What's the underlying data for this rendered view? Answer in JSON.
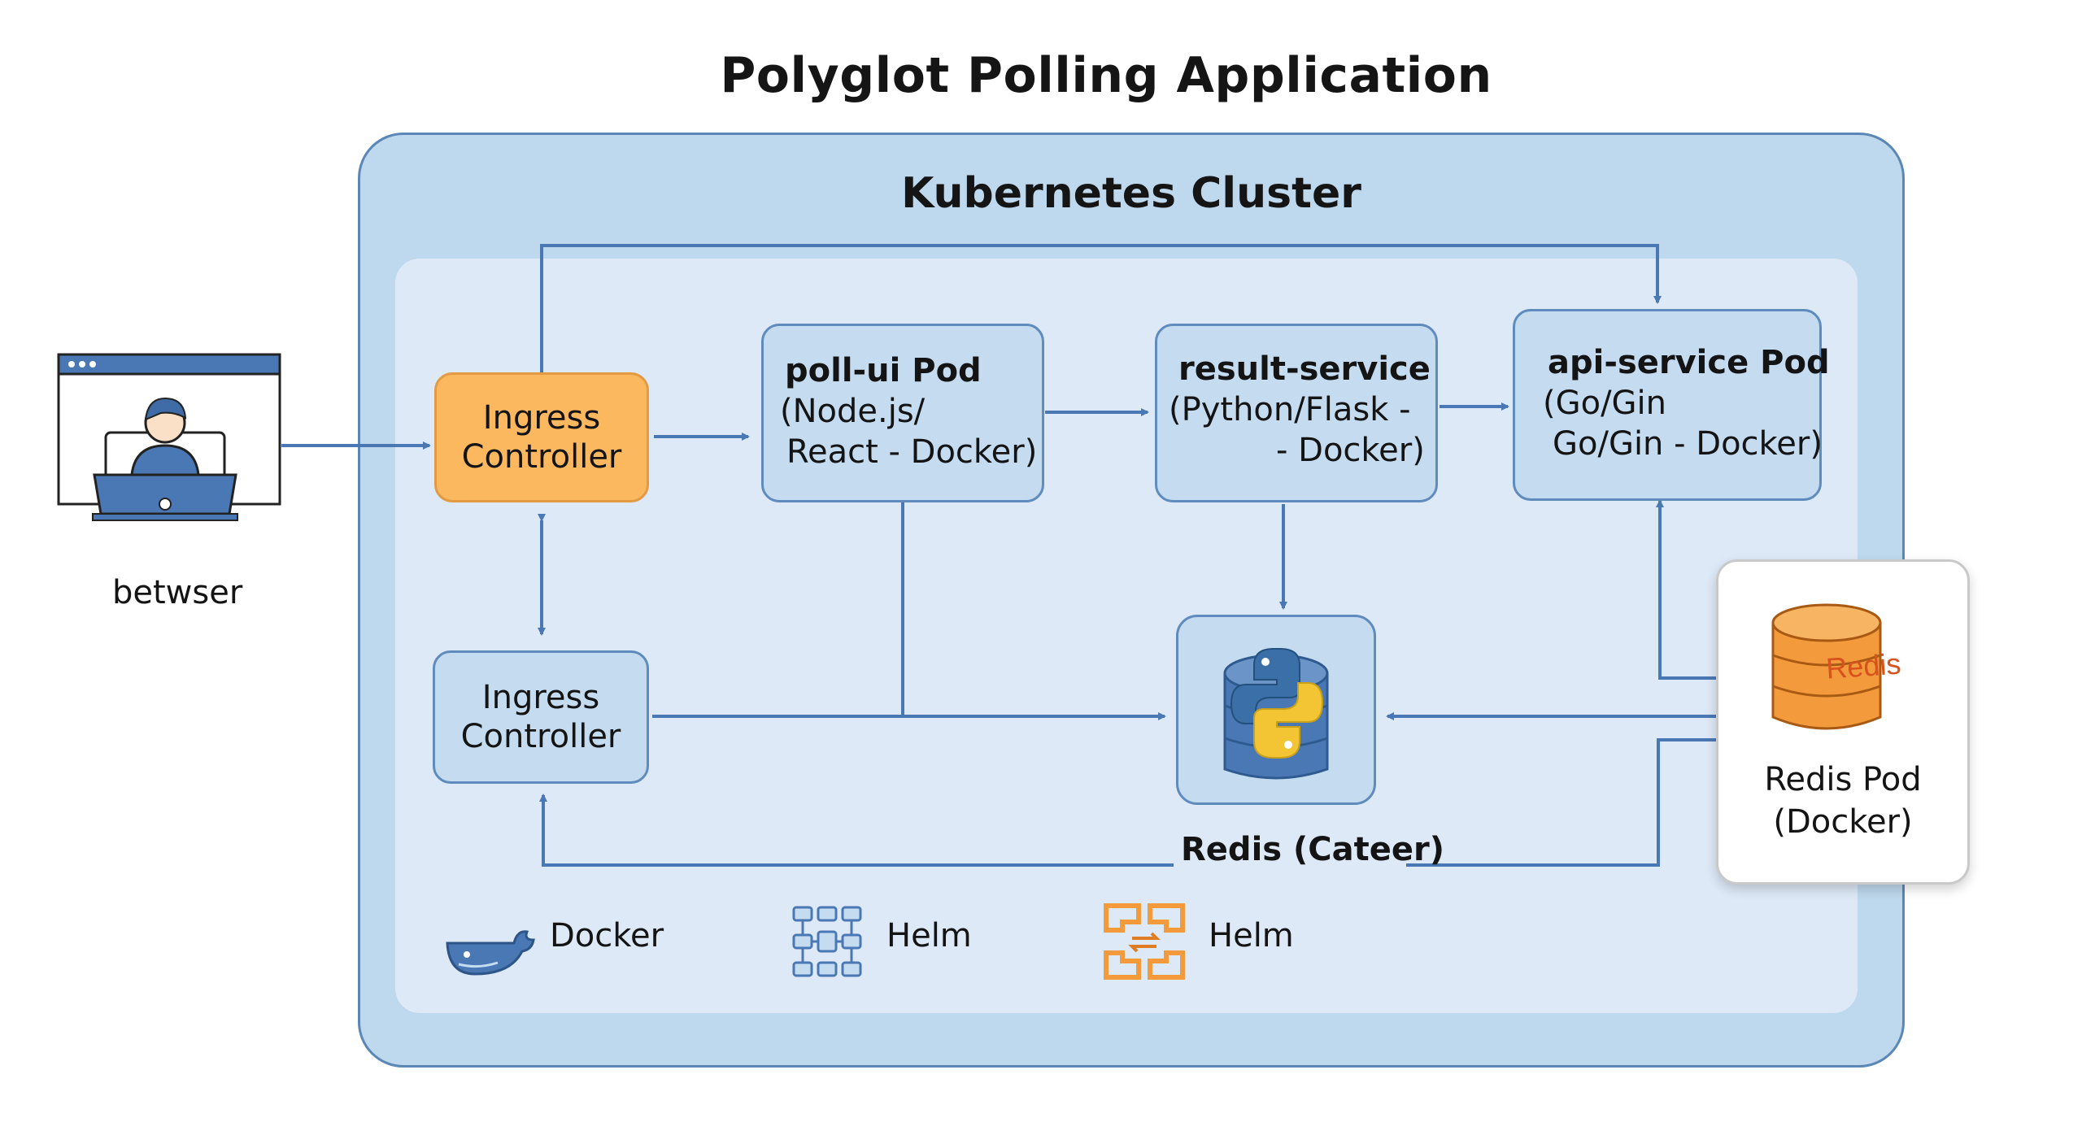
{
  "title": "Polyglot Polling Application",
  "cluster": {
    "title": "Kubernetes Cluster"
  },
  "browser": {
    "label": "betwser"
  },
  "ingress_top": {
    "line1": "Ingress",
    "line2": "Controller"
  },
  "ingress_bottom": {
    "line1": "Ingress",
    "line2": "Controller"
  },
  "poll_ui": {
    "title": "poll-ui Pod",
    "line2": "(Node.js/",
    "line3": "React - Docker)"
  },
  "result_service": {
    "title": "result-service",
    "line2": "(Python/Flask -",
    "line3": "- Docker)"
  },
  "api_service": {
    "title": "api-service Pod",
    "line2": "(Go/Gin",
    "line3": "Go/Gin - Docker)"
  },
  "redis_center": {
    "label": "Redis (Cateer)"
  },
  "redis_pod": {
    "line1": "Redis Pod",
    "line2": "(Docker)",
    "icon_text": "Redis"
  },
  "legend": [
    {
      "label": "Docker",
      "icon": "docker-whale-icon"
    },
    {
      "label": "Helm",
      "icon": "helm-grid-icon"
    },
    {
      "label": "Helm",
      "icon": "helm-orange-icon"
    }
  ],
  "colors": {
    "cluster_bg": "#bed8ee",
    "inner_bg": "#dde9f7",
    "pod_bg": "#c4dbf0",
    "ingress_accent": "#fbb85e",
    "arrow": "#4a78b4",
    "redis_orange": "#f39a3c"
  }
}
